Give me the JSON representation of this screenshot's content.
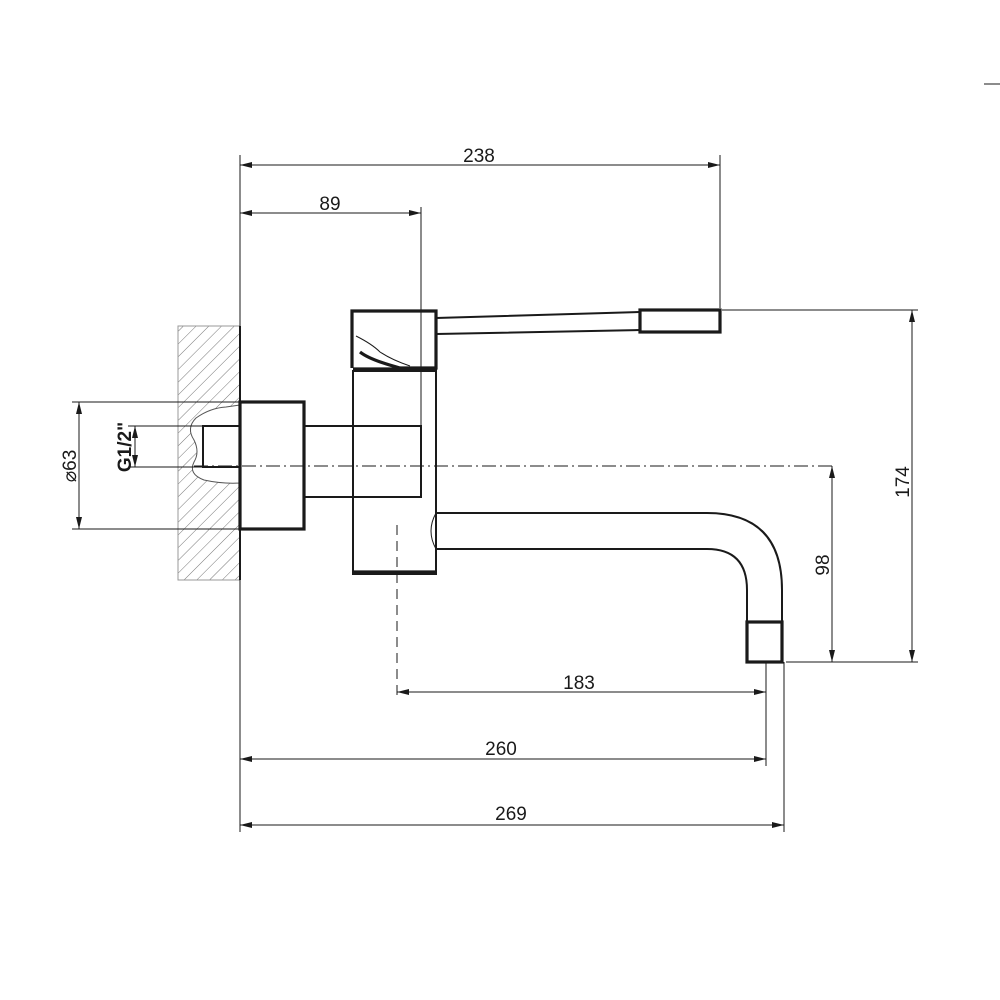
{
  "dimensions": {
    "d238": "238",
    "d89": "89",
    "d174": "174",
    "d63": "63",
    "diameter_symbol": "⌀",
    "thread": "G1/2\"",
    "d98": "98",
    "d183": "183",
    "d260": "260",
    "d269": "269"
  }
}
